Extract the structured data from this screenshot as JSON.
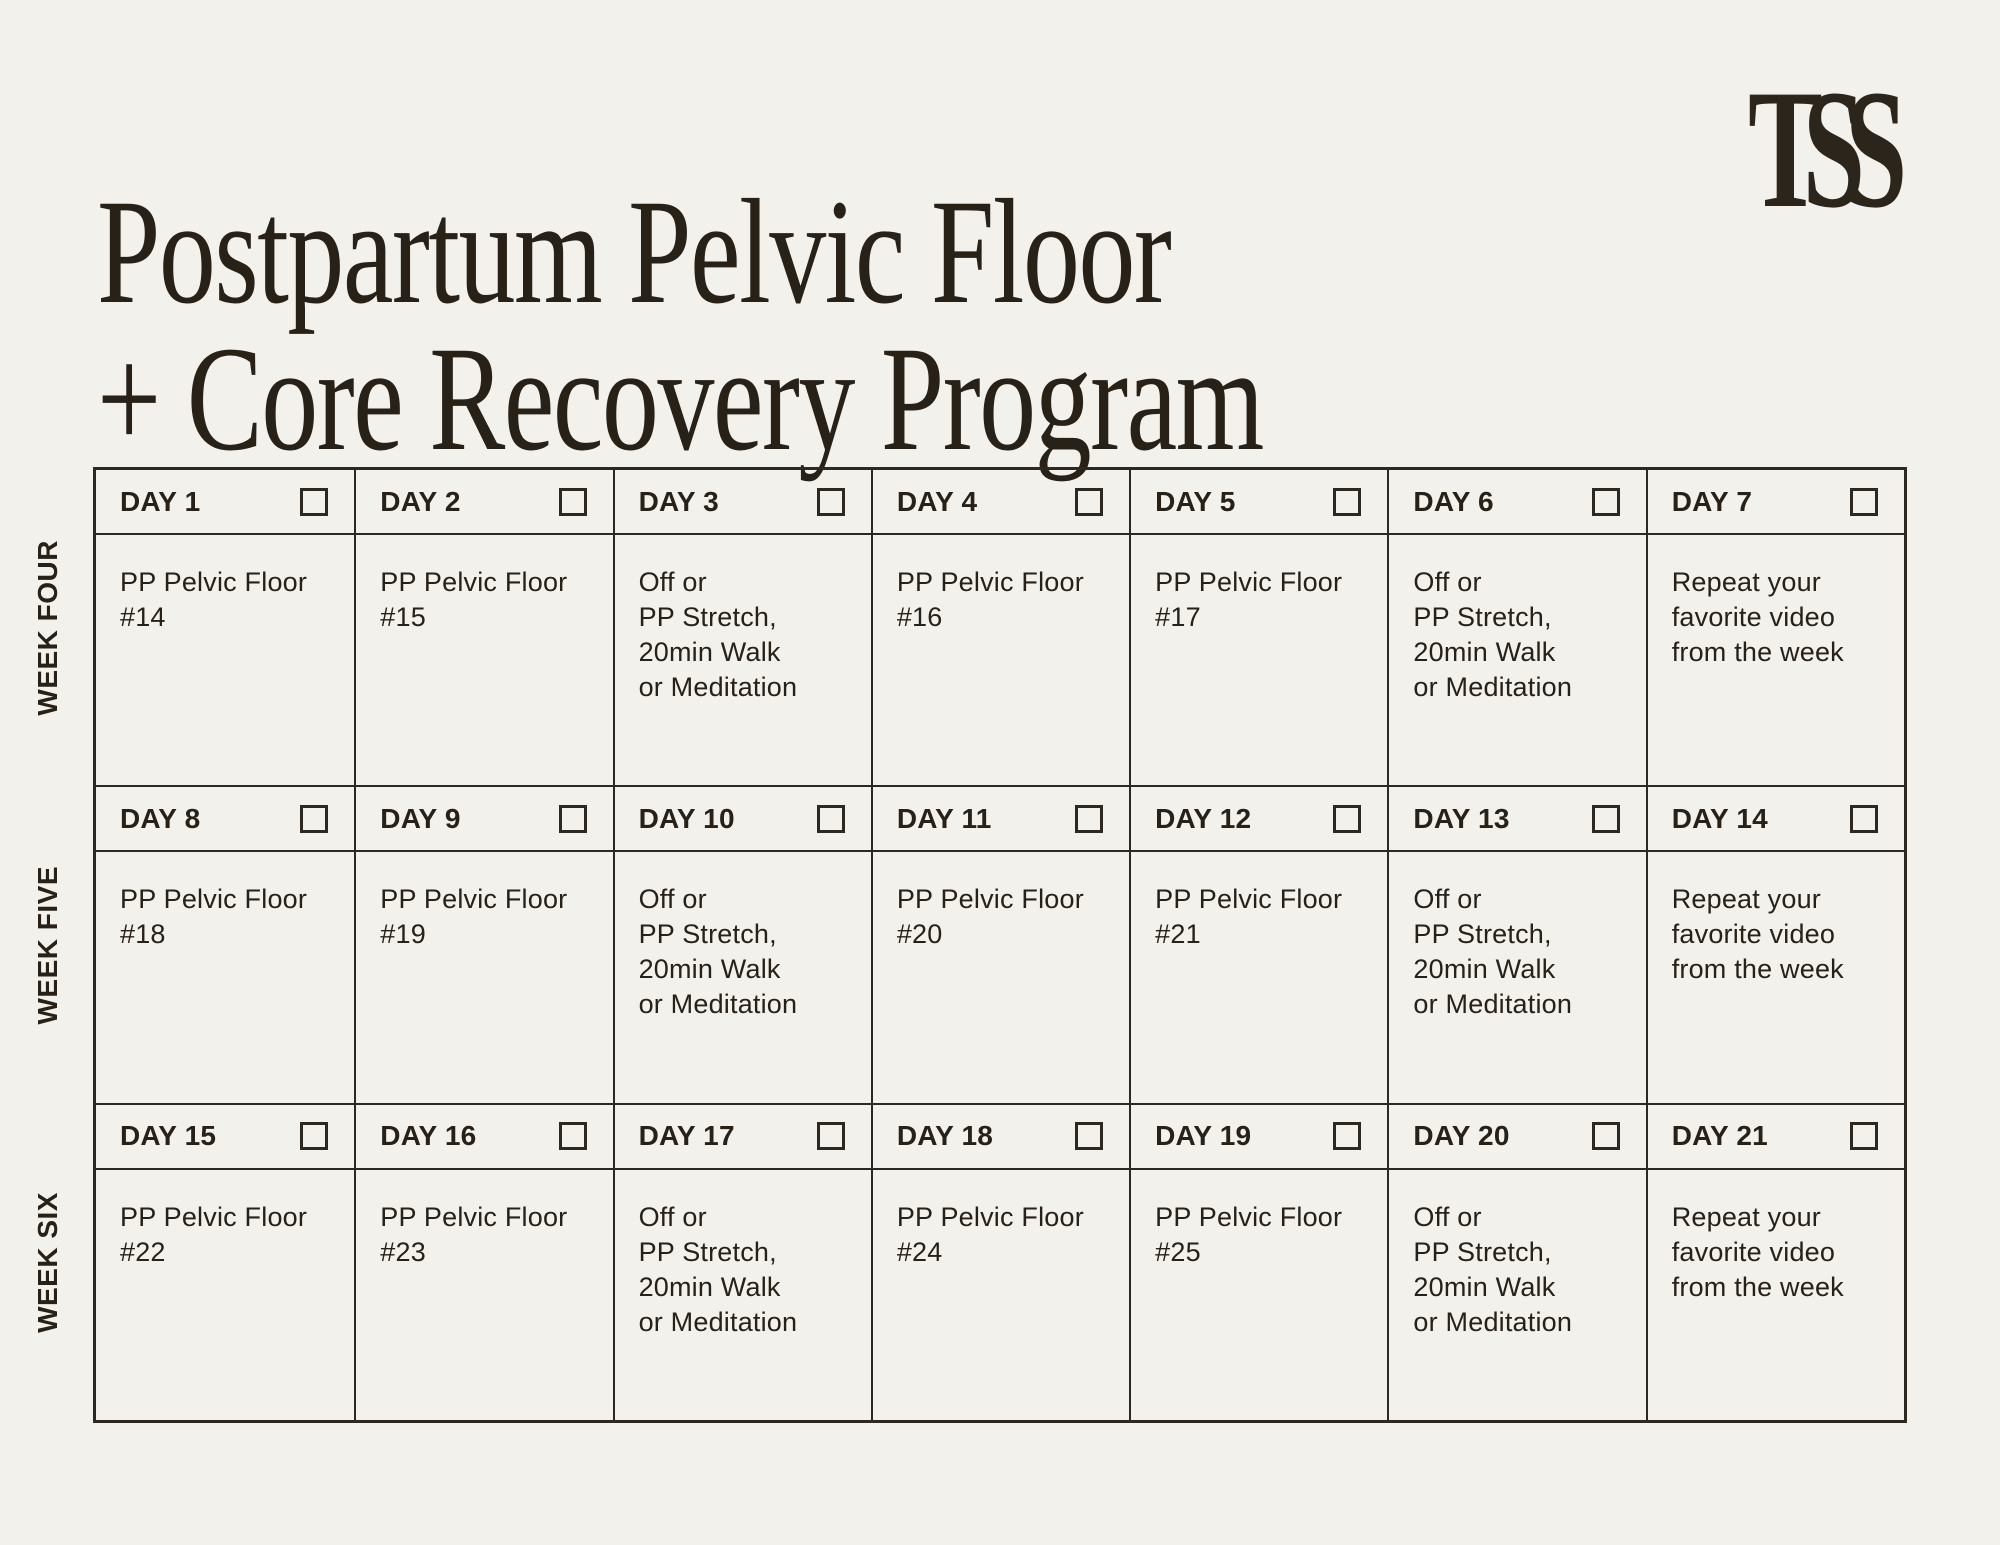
{
  "page": {
    "background_color": "#f2f1ec",
    "ink_color": "#272118"
  },
  "header": {
    "title": "Postpartum Pelvic Floor\n+ Core Recovery Program",
    "logo_text": "TSS"
  },
  "weeks": [
    {
      "label": "WEEK FOUR",
      "days": [
        {
          "day": "DAY 1",
          "activity": "PP Pelvic Floor\n#14"
        },
        {
          "day": "DAY 2",
          "activity": "PP Pelvic Floor\n#15"
        },
        {
          "day": "DAY 3",
          "activity": "Off or\nPP Stretch,\n20min Walk\nor Meditation"
        },
        {
          "day": "DAY 4",
          "activity": "PP Pelvic Floor\n#16"
        },
        {
          "day": "DAY 5",
          "activity": "PP Pelvic Floor\n#17"
        },
        {
          "day": "DAY 6",
          "activity": "Off or\nPP Stretch,\n20min Walk\nor Meditation"
        },
        {
          "day": "DAY 7",
          "activity": "Repeat your\nfavorite video\nfrom the week"
        }
      ]
    },
    {
      "label": "WEEK FIVE",
      "days": [
        {
          "day": "DAY 8",
          "activity": "PP Pelvic Floor\n#18"
        },
        {
          "day": "DAY 9",
          "activity": "PP Pelvic Floor\n#19"
        },
        {
          "day": "DAY 10",
          "activity": "Off or\nPP Stretch,\n20min Walk\nor Meditation"
        },
        {
          "day": "DAY 11",
          "activity": "PP Pelvic Floor\n#20"
        },
        {
          "day": "DAY 12",
          "activity": "PP Pelvic Floor\n#21"
        },
        {
          "day": "DAY 13",
          "activity": "Off or\nPP Stretch,\n20min Walk\nor Meditation"
        },
        {
          "day": "DAY 14",
          "activity": "Repeat your\nfavorite video\nfrom the week"
        }
      ]
    },
    {
      "label": "WEEK SIX",
      "days": [
        {
          "day": "DAY 15",
          "activity": "PP Pelvic Floor\n#22"
        },
        {
          "day": "DAY 16",
          "activity": "PP Pelvic Floor\n#23"
        },
        {
          "day": "DAY 17",
          "activity": "Off or\nPP Stretch,\n20min Walk\nor Meditation"
        },
        {
          "day": "DAY 18",
          "activity": "PP Pelvic Floor\n#24"
        },
        {
          "day": "DAY 19",
          "activity": "PP Pelvic Floor\n#25"
        },
        {
          "day": "DAY 20",
          "activity": "Off or\nPP Stretch,\n20min Walk\nor Meditation"
        },
        {
          "day": "DAY 21",
          "activity": "Repeat your\nfavorite video\nfrom the week"
        }
      ]
    }
  ]
}
